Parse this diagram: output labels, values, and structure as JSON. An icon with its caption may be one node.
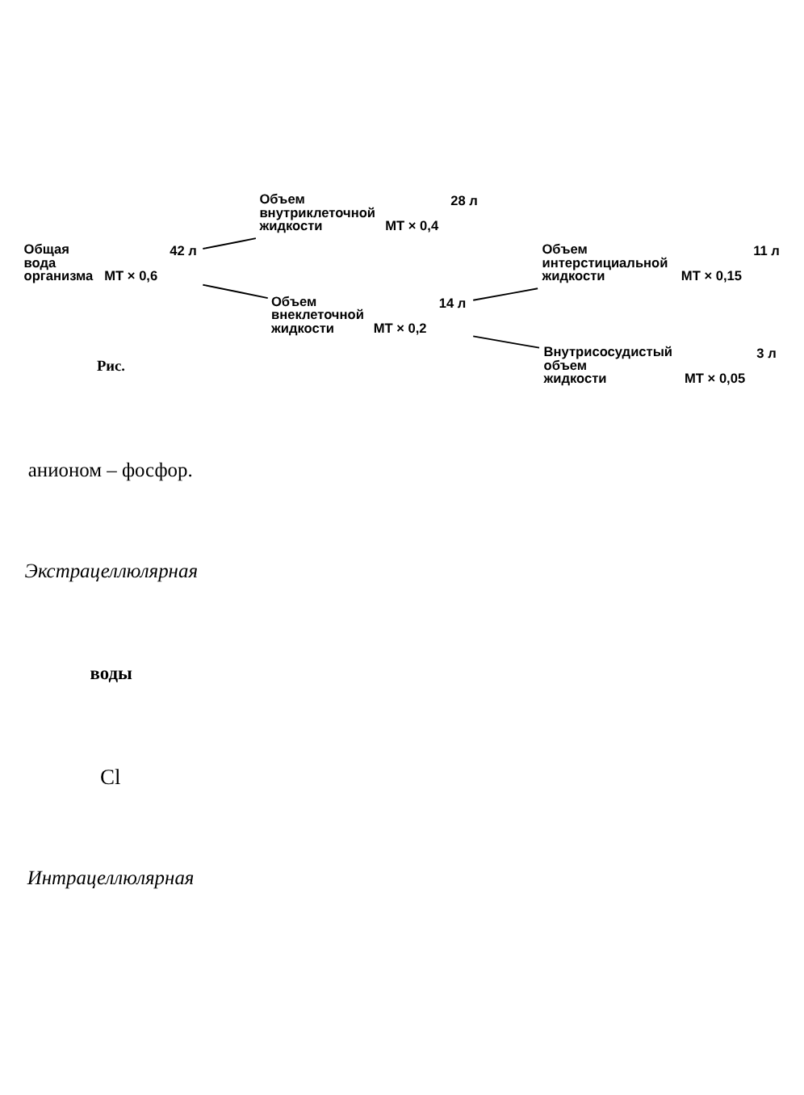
{
  "diagram": {
    "nodes": [
      {
        "text": [
          "Общая вода организма"
        ],
        "beside": [
          "42 л",
          "МТ × 0,6"
        ]
      },
      {
        "text": [
          "Объем внутриклеточной жидкости"
        ],
        "beside": [
          "28 л",
          "МТ × 0,4"
        ]
      },
      {
        "text": [
          "Объем внеклеточной жидкости"
        ],
        "beside": [
          "14 л",
          "МТ × 0,2"
        ]
      },
      {
        "text": [
          "Объем интерстициальной жидкости"
        ],
        "beside": [
          "11 л",
          "МТ × 0,15"
        ]
      },
      {
        "text": [
          "Внутрисосудистый объем жидкости"
        ],
        "beside": [
          "3 л",
          "МТ × 0,05"
        ]
      }
    ],
    "edges": [
      {
        "from": 0,
        "to": 1,
        "arrow": "none"
      },
      {
        "from": 0,
        "to": 2,
        "arrow": "none"
      },
      {
        "from": 2,
        "to": 3,
        "arrow": "none"
      },
      {
        "from": 2,
        "to": 4,
        "arrow": "none"
      }
    ],
    "labels": [
      "Рис.",
      "анионом – фосфор.",
      "Экстрацеллюлярная",
      "воды",
      "Cl",
      "Интрацеллюлярная"
    ]
  }
}
